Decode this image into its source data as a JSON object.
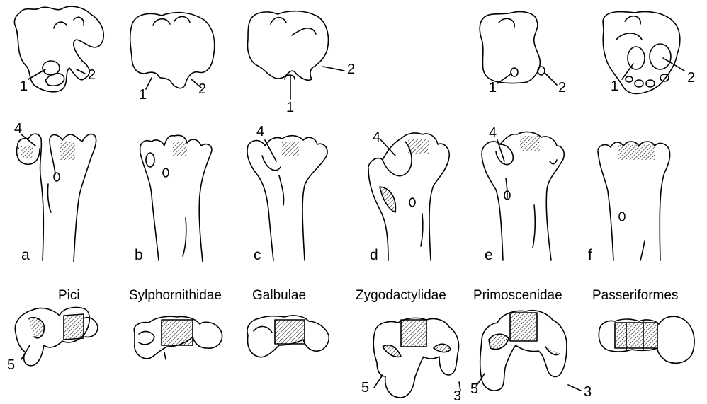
{
  "columns": [
    {
      "letter": "a",
      "taxon": "Pici"
    },
    {
      "letter": "b",
      "taxon": "Sylphornithidae"
    },
    {
      "letter": "c",
      "taxon": "Galbulae"
    },
    {
      "letter": "d",
      "taxon": "Zygodactylidae"
    },
    {
      "letter": "e",
      "taxon": "Primoscenidae"
    },
    {
      "letter": "f",
      "taxon": "Passeriformes"
    }
  ],
  "numbers": {
    "one": "1",
    "two": "2",
    "three": "3",
    "four": "4",
    "five": "5"
  },
  "colors": {
    "ink": "#000000",
    "background": "#ffffff"
  }
}
